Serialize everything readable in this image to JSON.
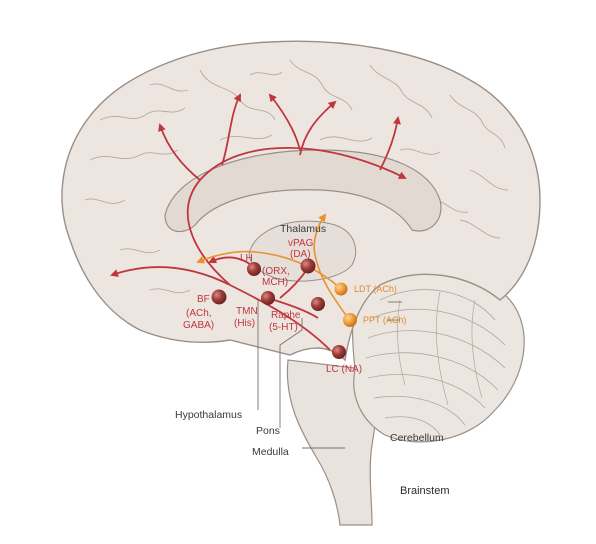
{
  "labels": {
    "thalamus": "Thalamus",
    "hypothalamus": "Hypothalamus",
    "pons": "Pons",
    "medulla": "Medulla",
    "cerebellum": "Cerebellum",
    "brainstem": "Brainstem"
  },
  "nuclei": {
    "vpag": {
      "line1": "vPAG",
      "line2": "(DA)"
    },
    "lh": {
      "line1": "LH",
      "line2": "(ORX,",
      "line3": "MCH)"
    },
    "bf": {
      "line1": "BF",
      "line2": "(ACh,",
      "line3": "GABA)"
    },
    "tmn": {
      "line1": "TMN",
      "line2": "(His)"
    },
    "raphe": {
      "line1": "Raphe",
      "line2": "(5-HT)"
    },
    "lc": {
      "line1": "LC (NA)"
    },
    "ldt": {
      "line1": "LDT (ACh)"
    },
    "ppt": {
      "line1": "PPT (ACh)"
    }
  },
  "colors": {
    "red_pathway": "#c0363f",
    "orange_pathway": "#e8922e",
    "brain_fill": "#ede6e0",
    "brain_stroke": "#9a8f88"
  }
}
